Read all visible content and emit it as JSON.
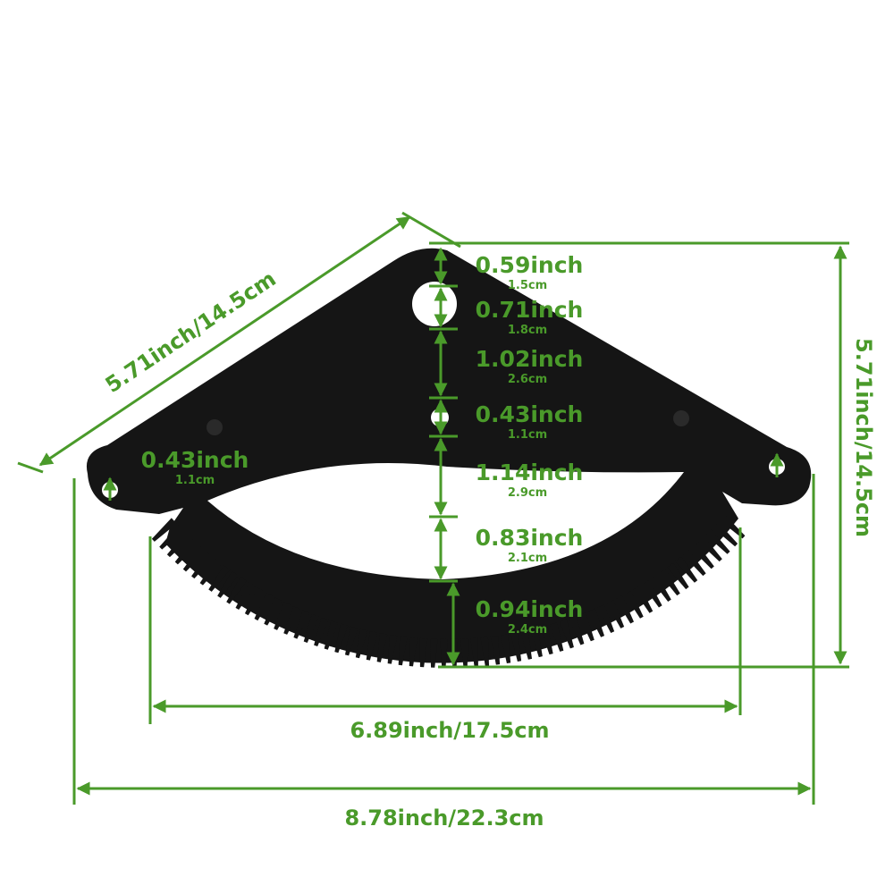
{
  "colors": {
    "accent": "#4a9a2a",
    "part": "#151515"
  },
  "overall": {
    "diagonal": "5.71inch/14.5cm",
    "height": "5.71inch/14.5cm",
    "teeth_width": "6.89inch/17.5cm",
    "total_width": "8.78inch/22.3cm"
  },
  "side_hole": {
    "inch": "0.43inch",
    "cm": "1.1cm"
  },
  "vertical": [
    {
      "inch": "0.59inch",
      "cm": "1.5cm"
    },
    {
      "inch": "0.71inch",
      "cm": "1.8cm"
    },
    {
      "inch": "1.02inch",
      "cm": "2.6cm"
    },
    {
      "inch": "0.43inch",
      "cm": "1.1cm"
    },
    {
      "inch": "1.14inch",
      "cm": "2.9cm"
    },
    {
      "inch": "0.83inch",
      "cm": "2.1cm"
    },
    {
      "inch": "0.94inch",
      "cm": "2.4cm"
    }
  ]
}
